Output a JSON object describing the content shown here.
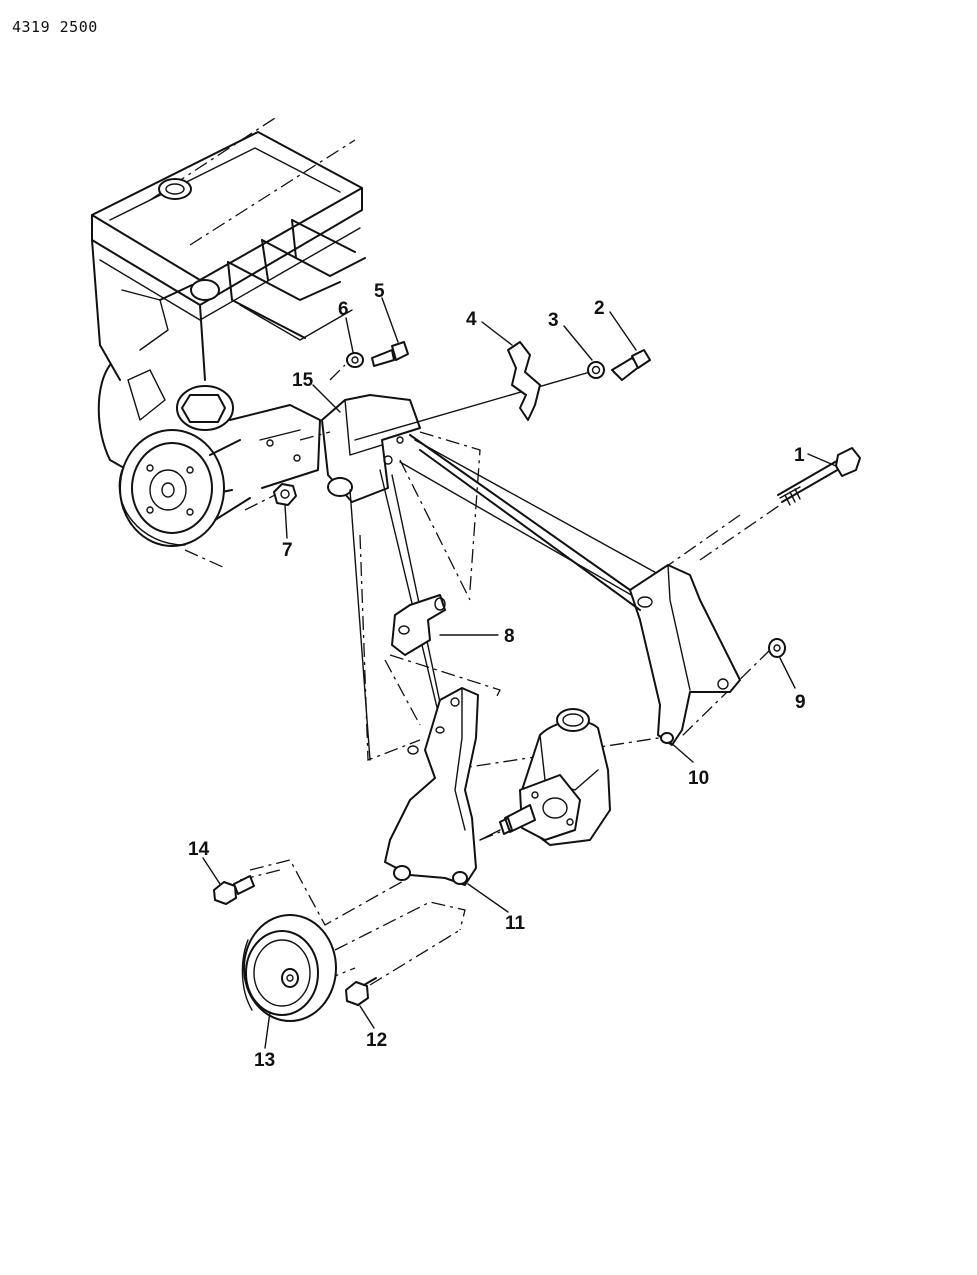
{
  "diagram": {
    "code": "4319 2500",
    "callouts": [
      {
        "id": "c1",
        "label": "1"
      },
      {
        "id": "c2",
        "label": "2"
      },
      {
        "id": "c3",
        "label": "3"
      },
      {
        "id": "c4",
        "label": "4"
      },
      {
        "id": "c5",
        "label": "5"
      },
      {
        "id": "c6",
        "label": "6"
      },
      {
        "id": "c7",
        "label": "7"
      },
      {
        "id": "c8",
        "label": "8"
      },
      {
        "id": "c9",
        "label": "9"
      },
      {
        "id": "c10",
        "label": "10"
      },
      {
        "id": "c11",
        "label": "11"
      },
      {
        "id": "c12",
        "label": "12"
      },
      {
        "id": "c13",
        "label": "13"
      },
      {
        "id": "c14",
        "label": "14"
      },
      {
        "id": "c15",
        "label": "15"
      }
    ]
  }
}
